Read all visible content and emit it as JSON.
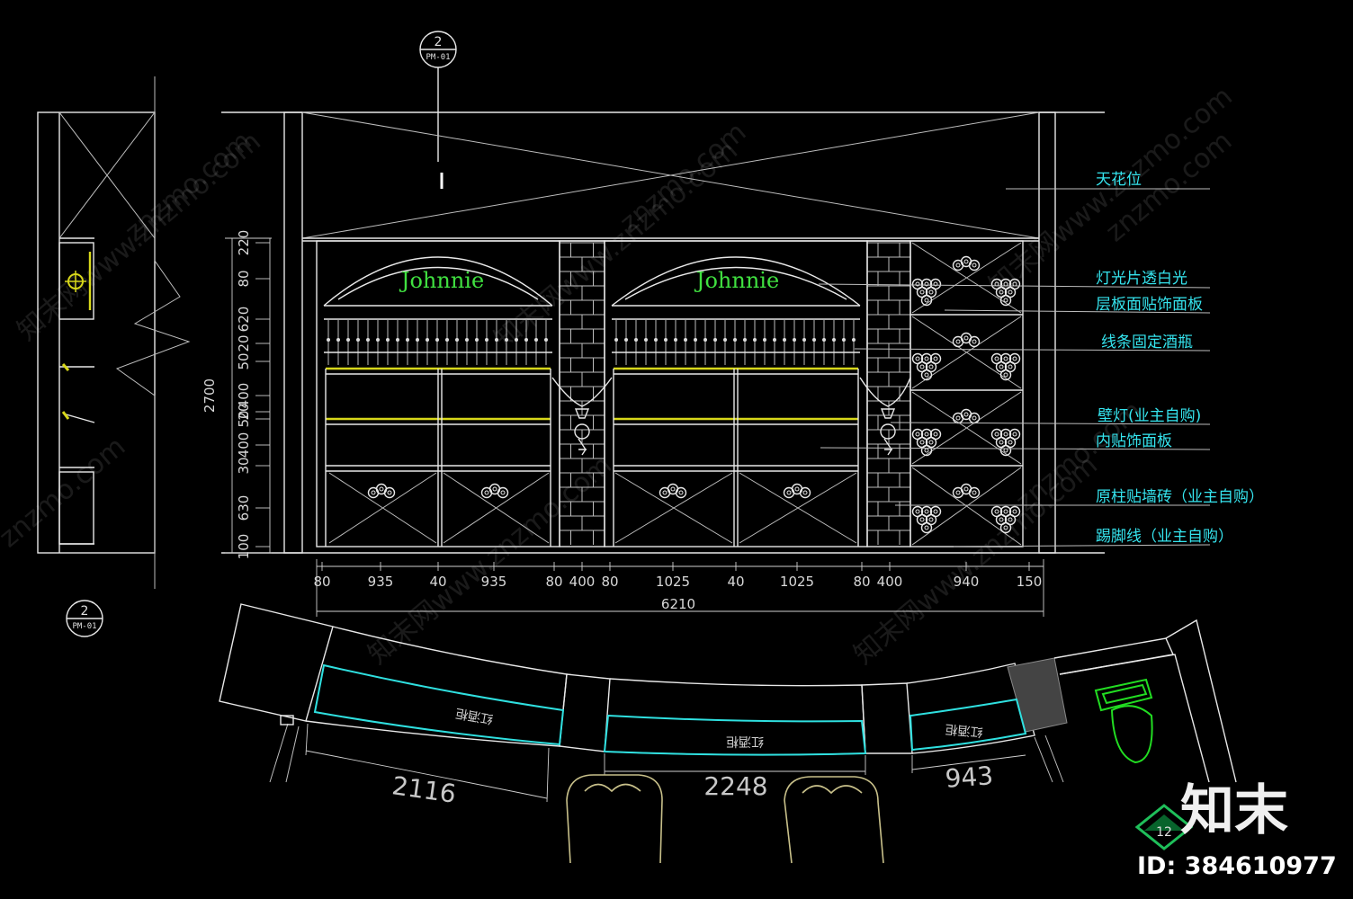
{
  "section_marker": {
    "number": "2",
    "sheet": "PM-01"
  },
  "brand_text": "Johnnie",
  "labels": [
    "天花位",
    "灯光片透白光",
    "层板面贴饰面板",
    "线条固定酒瓶",
    "壁灯(业主自购)",
    "内贴饰面板",
    "原柱贴墙砖（业主自购）",
    "踢脚线（业主自购）"
  ],
  "vertical_dims": [
    "220",
    "80",
    "620",
    "20",
    "50",
    "400",
    "20",
    "50",
    "400",
    "30",
    "630",
    "100"
  ],
  "total_height": "2700",
  "horizontal_dims": [
    "80",
    "935",
    "40",
    "935",
    "80",
    "400",
    "80",
    "1025",
    "40",
    "1025",
    "80",
    "400",
    "940",
    "150"
  ],
  "total_width": "6210",
  "plan_dims": [
    "2116",
    "2248",
    "943"
  ],
  "cabinet_label": "红酒柜",
  "watermark": "znzmo.com",
  "watermark_cn": "知末网www.znzmo.com",
  "logo_text": "知末",
  "logo_badge": "12",
  "image_id": "ID: 384610977",
  "colors": {
    "cyan": "#35e4ee",
    "green": "#40e040",
    "yellow": "#d8d81a",
    "lines": "#e8e8e8"
  }
}
